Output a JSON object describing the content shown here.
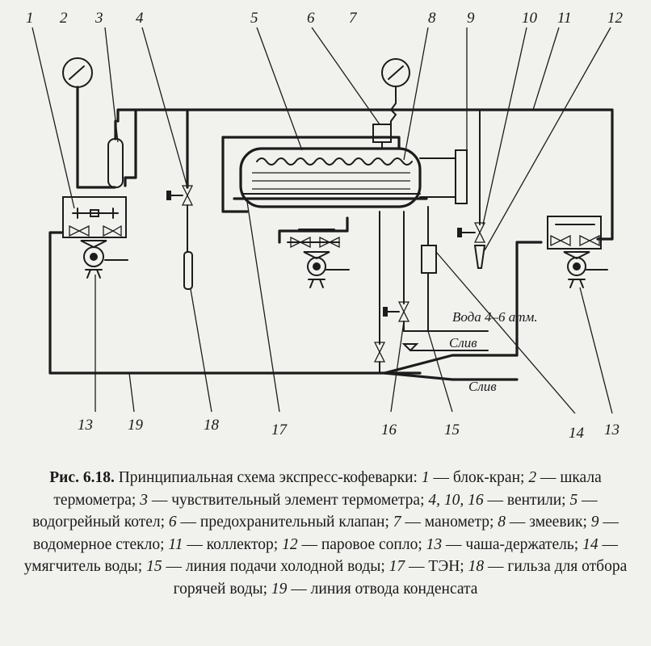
{
  "diagram": {
    "callouts": [
      "1",
      "2",
      "3",
      "4",
      "5",
      "6",
      "7",
      "8",
      "9",
      "10",
      "11",
      "12",
      "13",
      "19",
      "18",
      "17",
      "16",
      "15",
      "14",
      "13"
    ],
    "labels": {
      "water_supply": "Вода 4–6 атм.",
      "drain_1": "Слив",
      "drain_2": "Слив"
    }
  },
  "caption": {
    "figure_number": "Рис. 6.18.",
    "title": "Принципиальная схема экспресс-кофеварки:",
    "items": [
      {
        "n": "1",
        "text": "блок-кран"
      },
      {
        "n": "2",
        "text": "шкала термометра"
      },
      {
        "n": "3",
        "text": "чувствительный элемент термометра"
      },
      {
        "n": "4, 10, 16",
        "text": "вентили"
      },
      {
        "n": "5",
        "text": "водогрейный котел"
      },
      {
        "n": "6",
        "text": "предохранительный клапан"
      },
      {
        "n": "7",
        "text": "манометр"
      },
      {
        "n": "8",
        "text": "змеевик"
      },
      {
        "n": "9",
        "text": "водомерное стекло"
      },
      {
        "n": "11",
        "text": "коллектор"
      },
      {
        "n": "12",
        "text": "паровое сопло"
      },
      {
        "n": "13",
        "text": "чаша-держатель"
      },
      {
        "n": "14",
        "text": "умягчитель воды"
      },
      {
        "n": "15",
        "text": "линия подачи холодной воды"
      },
      {
        "n": "17",
        "text": "ТЭН"
      },
      {
        "n": "18",
        "text": "гильза для отбора горячей воды"
      },
      {
        "n": "19",
        "text": "линия отвода конденсата"
      }
    ]
  }
}
